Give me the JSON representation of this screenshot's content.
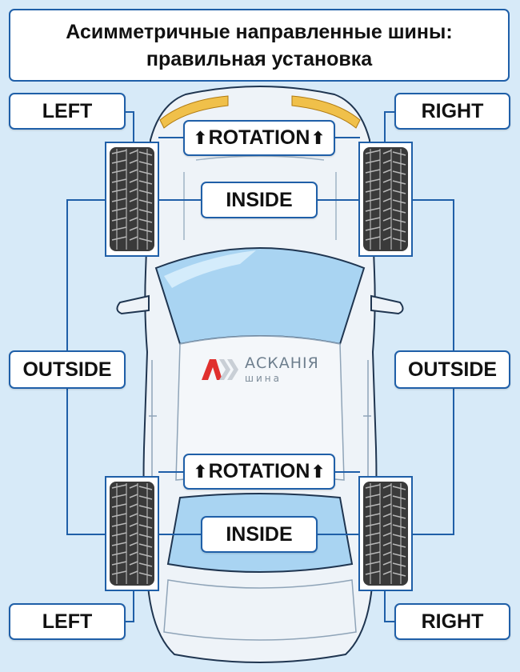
{
  "title": {
    "line1": "Асимметричные направленные шины:",
    "line2": "правильная установка"
  },
  "labels": {
    "left": "LEFT",
    "right": "RIGHT",
    "rotation": "ROTATION",
    "inside": "INSIDE",
    "outside": "OUTSIDE"
  },
  "logo": {
    "name": "АСКАНІЯ",
    "subtitle": "шина"
  },
  "colors": {
    "background": "#d7eaf8",
    "frame": "#1f5fa8",
    "car_body": "#eef3f8",
    "glass": "#a9d4f2",
    "tire": "#3a3a3a",
    "logo_red": "#e0302e"
  },
  "icons": {
    "rotation_arrow": "arrow-up-icon"
  }
}
